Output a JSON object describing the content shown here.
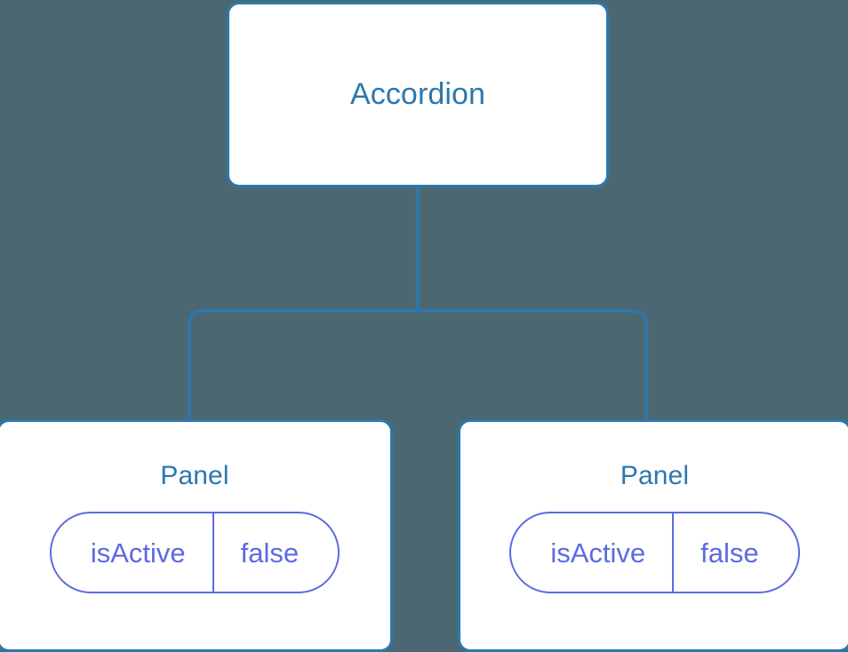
{
  "canvas": {
    "background_color": "#4b6872",
    "node_border_color": "#2c78ae",
    "node_fill_color": "#ffffff",
    "node_title_color": "#2c78ae",
    "edge_color": "#2c78ae",
    "pill_color": "#5c6be0"
  },
  "tree": {
    "root": {
      "label": "Accordion"
    },
    "children": [
      {
        "label": "Panel",
        "state": {
          "key": "isActive",
          "value": "false"
        }
      },
      {
        "label": "Panel",
        "state": {
          "key": "isActive",
          "value": "false"
        }
      }
    ]
  }
}
